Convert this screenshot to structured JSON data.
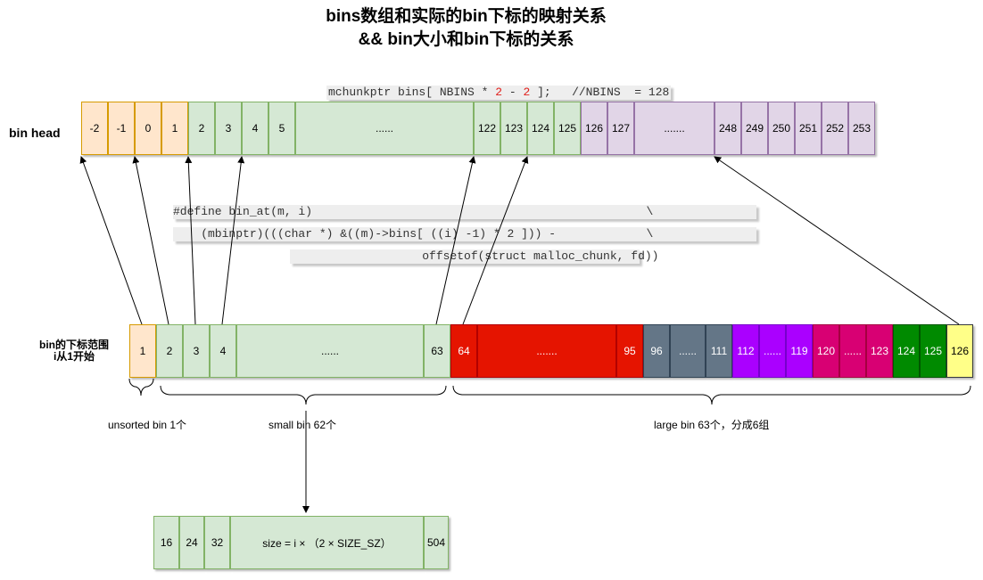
{
  "title": {
    "line1": "bins数组和实际的bin下标的映射关系",
    "line2": "&&  bin大小和bin下标的关系"
  },
  "decl": {
    "prefix": "mchunkptr bins[ NBINS * ",
    "num1": "2",
    "op": " - ",
    "num2": "2",
    "suffix": " ];   //NBINS  = 128"
  },
  "macro": {
    "line1": "#define bin_at(m, i)                                                \\",
    "line2": "    (mbinptr)(((char *) &((m)->bins[ ((i) -1) * 2 ])) -             \\",
    "line3": "                   offsetof(struct malloc_chunk, fd))"
  },
  "bin_head": {
    "label": "bin head",
    "cells": [
      "-2",
      "-1",
      "0",
      "1",
      "2",
      "3",
      "4",
      "5",
      "......",
      "122",
      "123",
      "124",
      "125",
      "126",
      "127",
      ".......",
      "248",
      "249",
      "250",
      "251",
      "252",
      "253"
    ]
  },
  "bin_index": {
    "label_line1": "bin的下标范围",
    "label_line2": "i从1开始",
    "cells": [
      "1",
      "2",
      "3",
      "4",
      "......",
      "63",
      "64",
      ".......",
      "95",
      "96",
      "......",
      "111",
      "112",
      "......",
      "119",
      "120",
      "......",
      "123",
      "124",
      "125",
      "126"
    ]
  },
  "groups": {
    "unsorted": "unsorted bin 1个",
    "small": "small bin 62个",
    "large": "large bin 63个，分成6组"
  },
  "size_table": {
    "cells": [
      "16",
      "24",
      "32",
      "size = i ×  （2 × SIZE_SZ）",
      "504"
    ]
  },
  "colors": {
    "orange_fill": "#ffe6cc",
    "orange_border": "#d79b00",
    "green_fill": "#d5e8d4",
    "green_border": "#82b366",
    "purple_fill": "#e1d5e7",
    "purple_border": "#9673a6",
    "red": "#e51400",
    "slate": "#647687",
    "violet": "#aa00ff",
    "magenta": "#d80073",
    "dkgreen": "#008a00",
    "yellow": "#ffff88"
  }
}
